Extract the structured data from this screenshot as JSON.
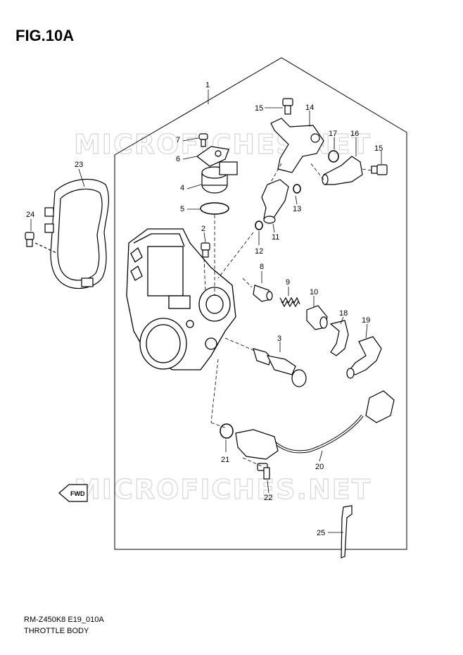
{
  "figure": {
    "title": "FIG.10A",
    "code": "RM-Z450K8 E19_010A",
    "name": "THROTTLE BODY"
  },
  "watermark": {
    "text": "MICROFICHES.NET"
  },
  "direction_marker": {
    "label": "FWD"
  },
  "callouts": [
    {
      "id": "1",
      "label": "1"
    },
    {
      "id": "2",
      "label": "2"
    },
    {
      "id": "3",
      "label": "3"
    },
    {
      "id": "4",
      "label": "4"
    },
    {
      "id": "5",
      "label": "5"
    },
    {
      "id": "6",
      "label": "6"
    },
    {
      "id": "7",
      "label": "7"
    },
    {
      "id": "8",
      "label": "8"
    },
    {
      "id": "9",
      "label": "9"
    },
    {
      "id": "10",
      "label": "10"
    },
    {
      "id": "11",
      "label": "11"
    },
    {
      "id": "12",
      "label": "12"
    },
    {
      "id": "13",
      "label": "13"
    },
    {
      "id": "14",
      "label": "14"
    },
    {
      "id": "15a",
      "label": "15"
    },
    {
      "id": "15b",
      "label": "15"
    },
    {
      "id": "16",
      "label": "16"
    },
    {
      "id": "17",
      "label": "17"
    },
    {
      "id": "18",
      "label": "18"
    },
    {
      "id": "19",
      "label": "19"
    },
    {
      "id": "20",
      "label": "20"
    },
    {
      "id": "21",
      "label": "21"
    },
    {
      "id": "22",
      "label": "22"
    },
    {
      "id": "23",
      "label": "23"
    },
    {
      "id": "24",
      "label": "24"
    },
    {
      "id": "25",
      "label": "25"
    }
  ],
  "colors": {
    "line": "#000000",
    "watermark": "#d6d6d6",
    "background": "#ffffff"
  }
}
